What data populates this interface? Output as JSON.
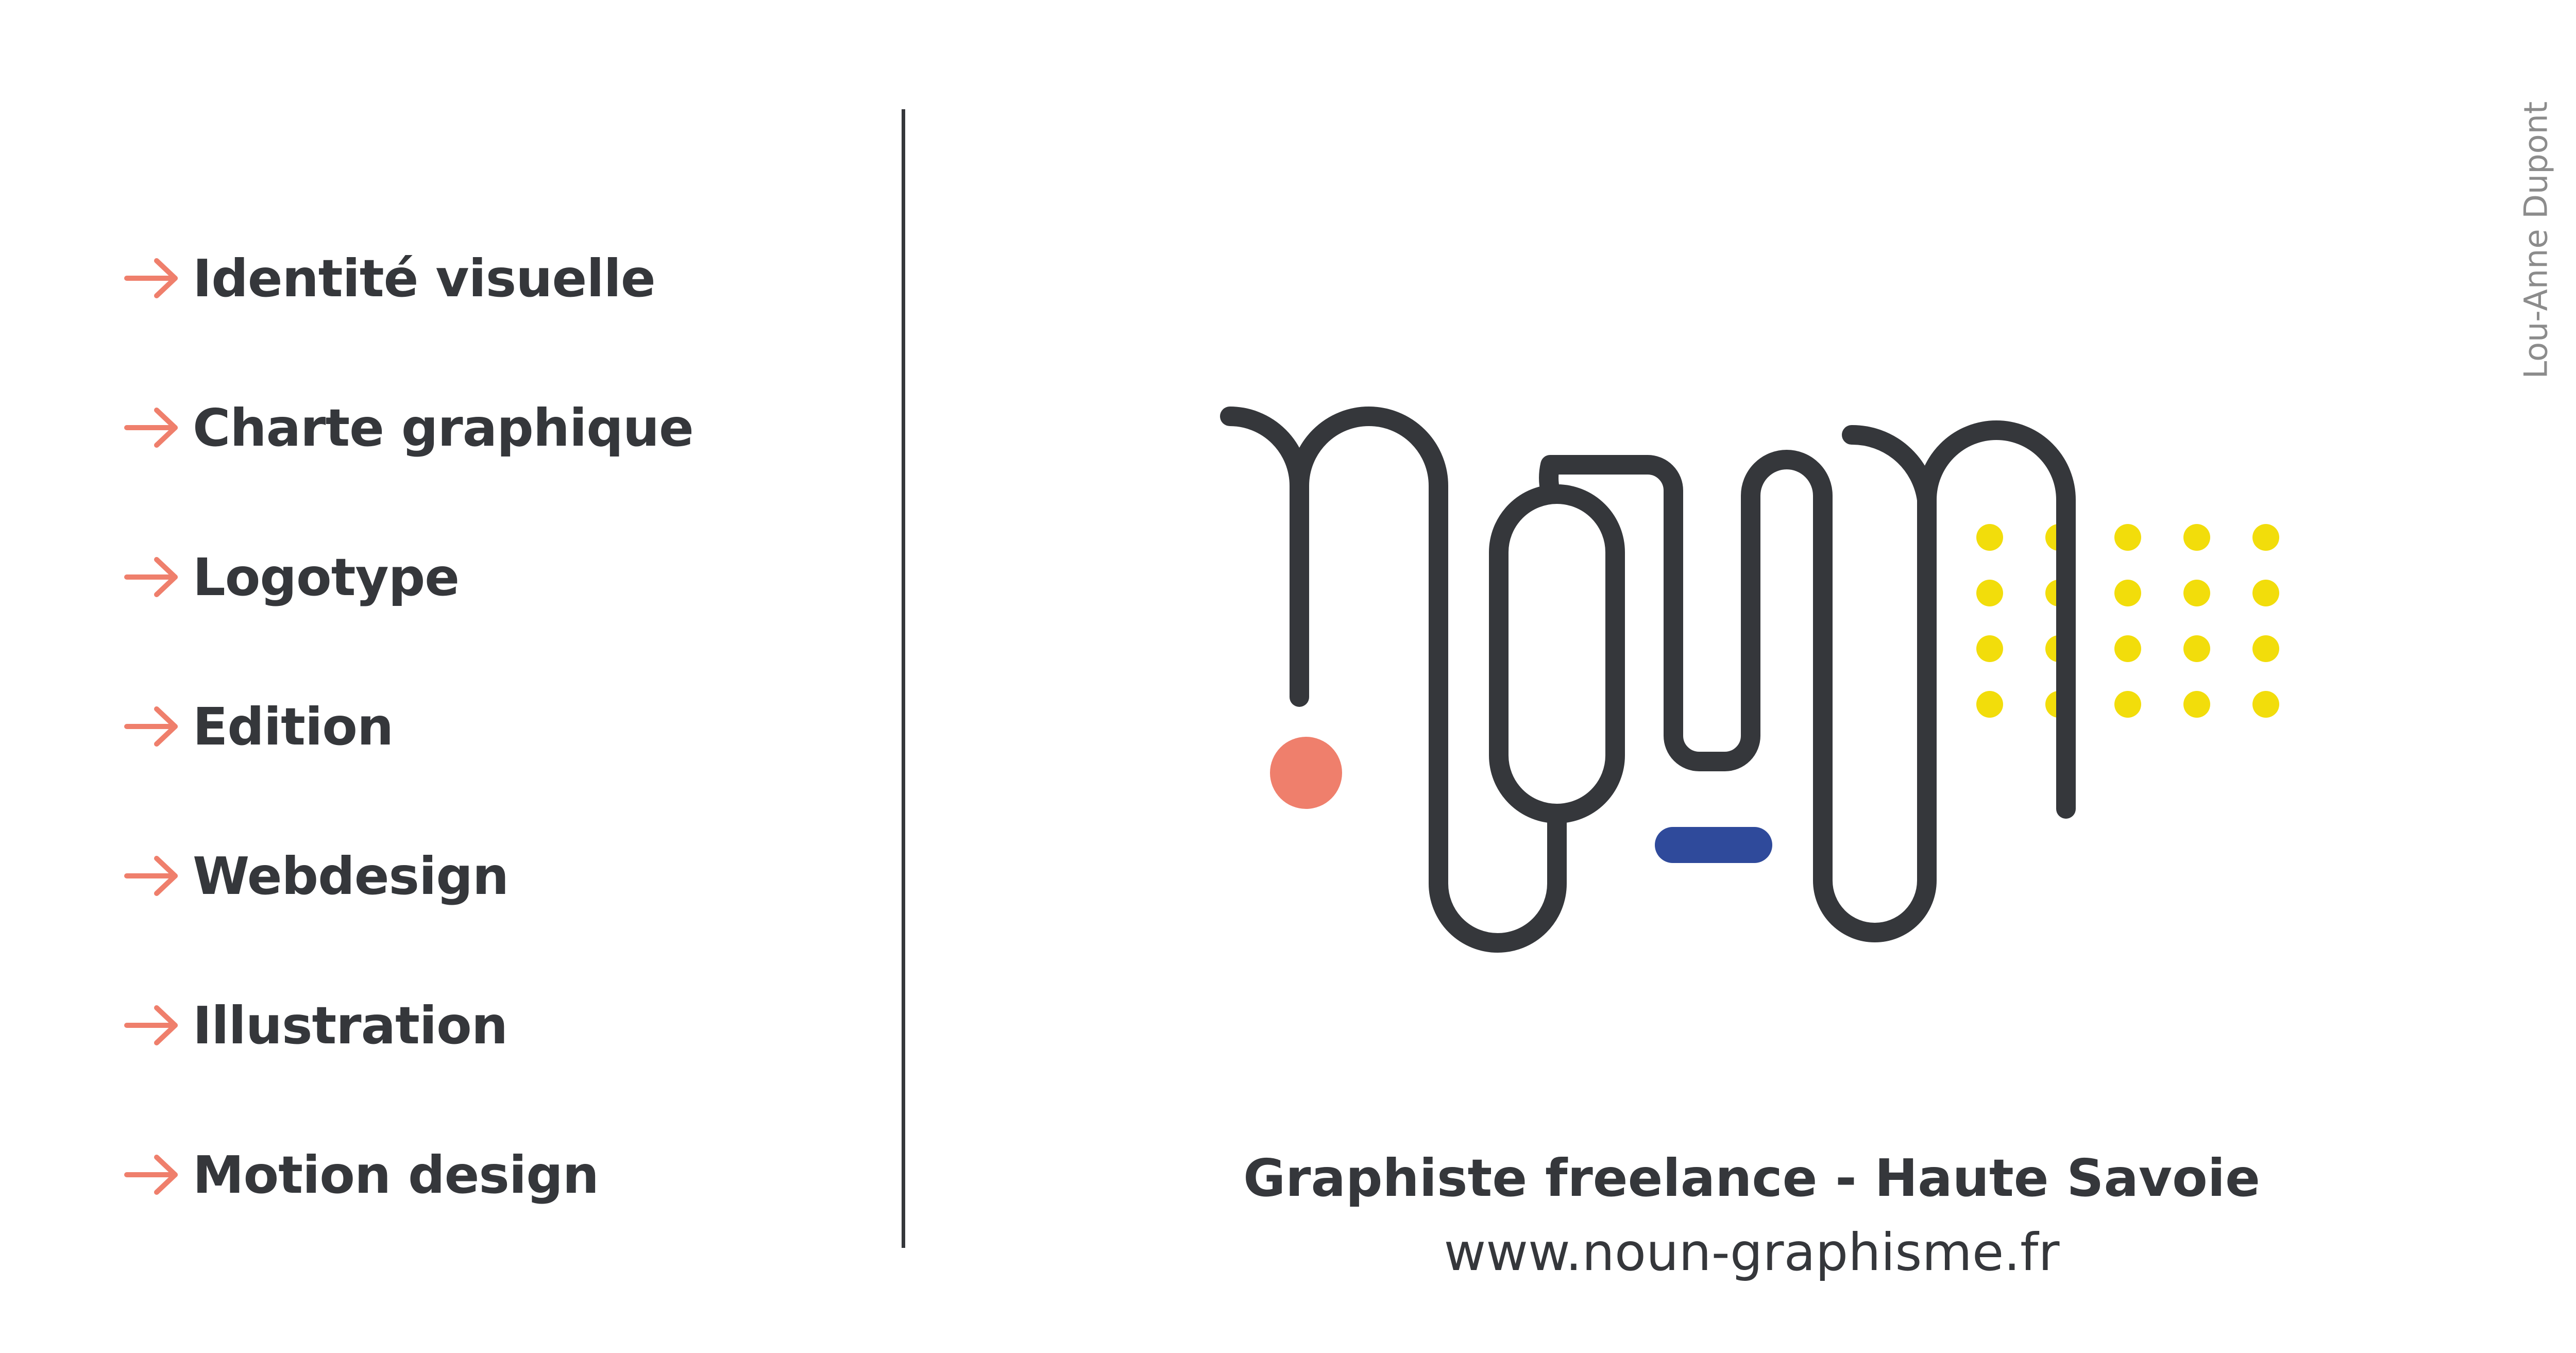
{
  "services": [
    {
      "label": "Identité visuelle"
    },
    {
      "label": "Charte graphique"
    },
    {
      "label": "Logotype"
    },
    {
      "label": "Edition"
    },
    {
      "label": "Webdesign"
    },
    {
      "label": "Illustration"
    },
    {
      "label": "Motion design"
    }
  ],
  "footer": {
    "tagline": "Graphiste freelance - Haute Savoie",
    "website": "www.noun-graphisme.fr"
  },
  "author": "Lou-Anne Dupont",
  "logo": {
    "icon": "noun-logo-icon",
    "stroke_color": "#35373b",
    "dot_color": "#ef7f6c",
    "bar_color": "#2f4a9b",
    "grid_color": "#f2dd0b"
  },
  "colors": {
    "text": "#35373b",
    "accent": "#ef7f6c",
    "muted": "#8c8c8c",
    "background": "#ffffff"
  }
}
